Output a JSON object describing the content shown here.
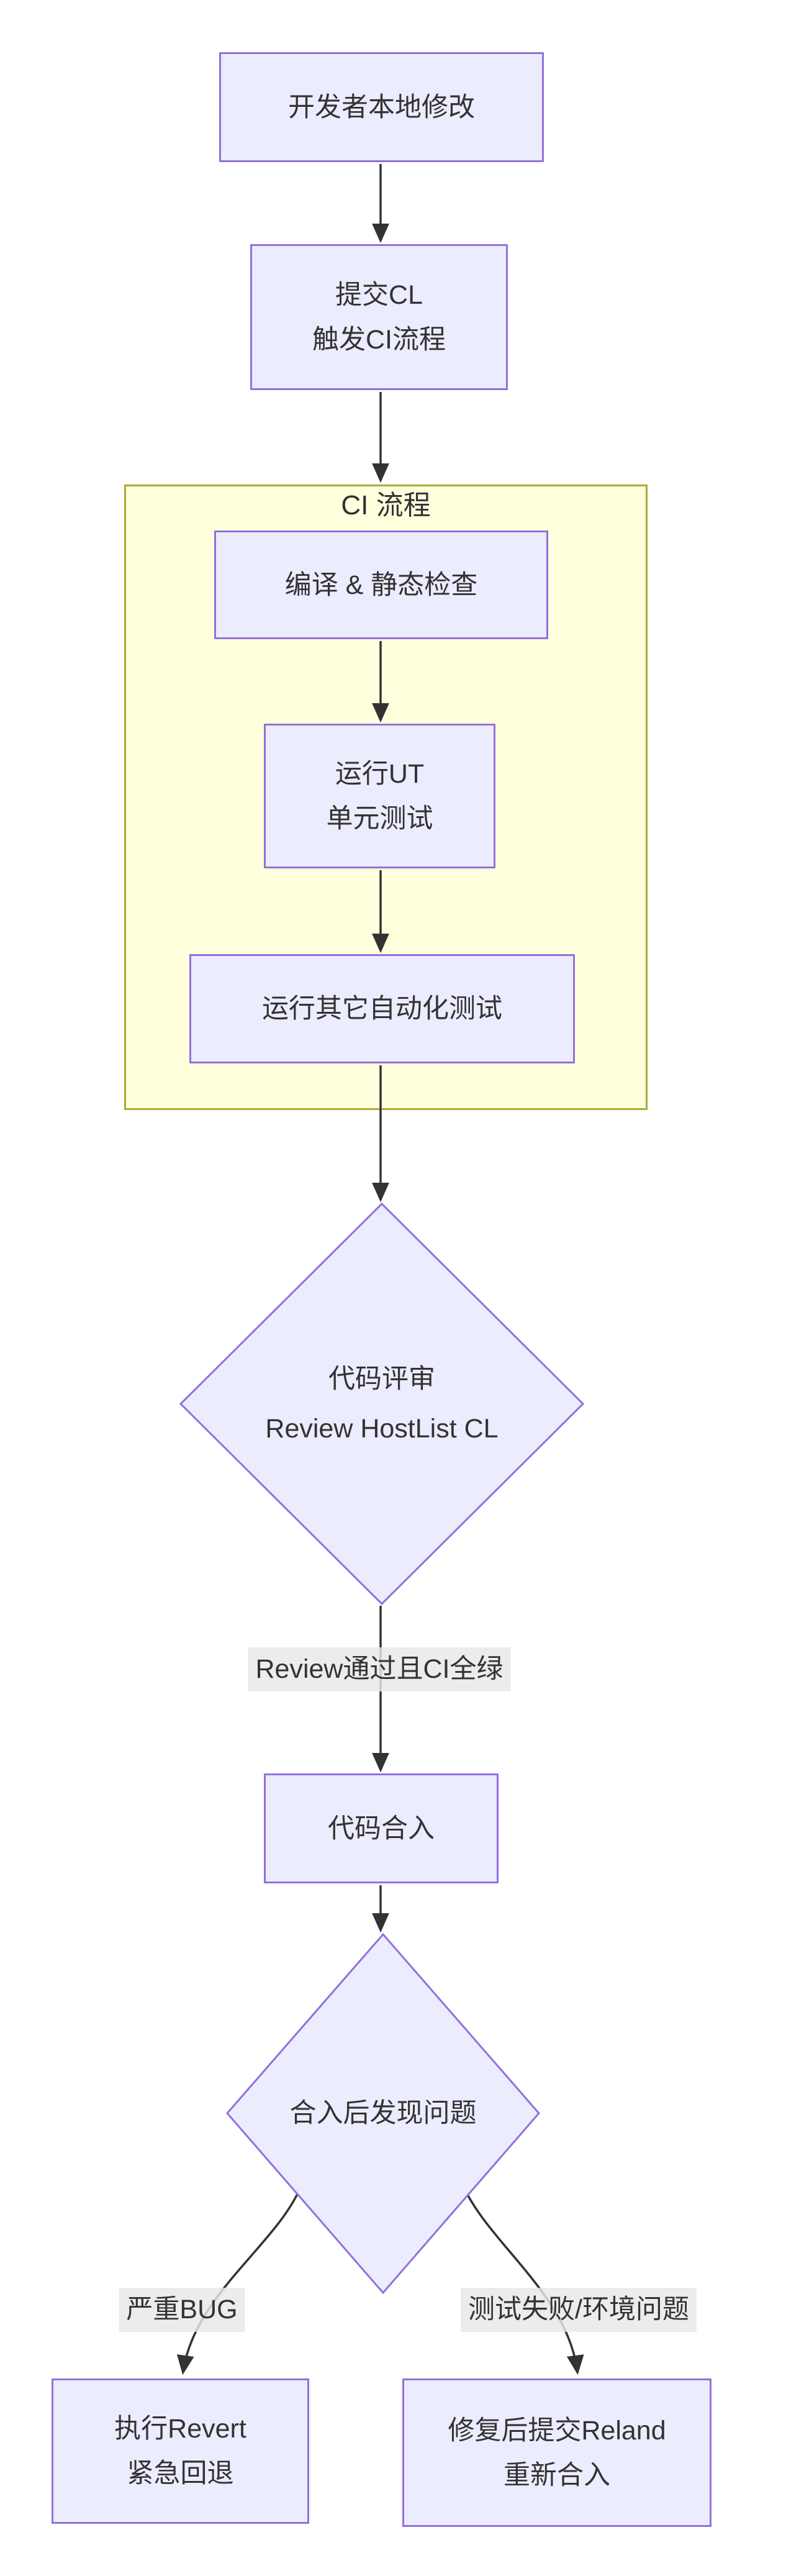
{
  "diagram": {
    "type": "flowchart-top-down",
    "colors": {
      "node_fill": "#ECECFF",
      "node_border": "#9370DB",
      "cluster_fill": "#FFFFDE",
      "cluster_border": "#AAAA33",
      "edge_color": "#333333",
      "edge_label_bg": "#E8E8E8",
      "text_color": "#333333"
    },
    "cluster": {
      "title": "CI 流程"
    },
    "nodes": {
      "dev_local": {
        "label": "开发者本地修改"
      },
      "submit_cl": {
        "lines": [
          "提交CL",
          "触发CI流程"
        ]
      },
      "compile_check": {
        "label": "编译 & 静态检查"
      },
      "run_ut": {
        "lines": [
          "运行UT",
          "单元测试"
        ]
      },
      "run_other_tests": {
        "label": "运行其它自动化测试"
      },
      "code_review": {
        "lines": [
          "代码评审",
          "Review HostList CL"
        ]
      },
      "merge": {
        "label": "代码合入"
      },
      "post_merge_issue": {
        "label": "合入后发现问题"
      },
      "revert": {
        "lines": [
          "执行Revert",
          "紧急回退"
        ]
      },
      "reland": {
        "lines": [
          "修复后提交Reland",
          "重新合入"
        ]
      }
    },
    "edge_labels": {
      "review_pass": "Review通过且CI全绿",
      "severe_bug": "严重BUG",
      "test_env_issue": "测试失败/环境问题"
    }
  }
}
